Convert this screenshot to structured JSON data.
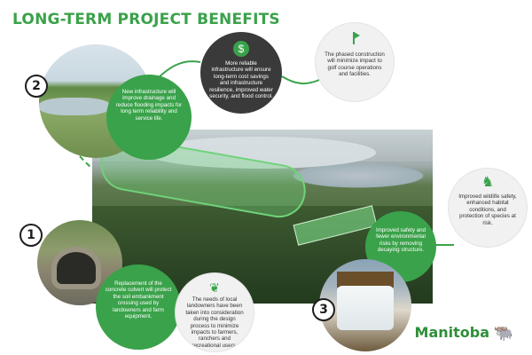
{
  "title": "LONG-TERM PROJECT BENEFITS",
  "steps": [
    {
      "number": "1"
    },
    {
      "number": "2"
    },
    {
      "number": "3"
    }
  ],
  "callouts": {
    "drainage": "New infrastructure will improve drainage and reduce flooding impacts for long term reliability and service life.",
    "infrastructure": "More reliable infrastructure will ensure long-term cost savings and infrastructure resilience, improved water security, and flood control.",
    "golf": "The phased construction will minimize impact to golf course operations and facilities.",
    "culvert": "Replacement of the concrete culvert will protect the soil embankment crossing used by landowners and farm equipment.",
    "landowners": "The needs of local landowners have been taken into consideration during the design process to minimize impacts to farmers, ranchers and recreational users.",
    "safety": "Improved safety and fewer environmental risks by removing decaying structure.",
    "wildlife": "Improved wildlife safety, enhanced habitat conditions, and protection of species at risk."
  },
  "brand": "Manitoba",
  "colors": {
    "accent": "#3aa24a",
    "dark": "#3a3a3a",
    "light": "#f1f1f1"
  },
  "icons": [
    "money-icon",
    "golf-flag-icon",
    "seedling-hand-icon",
    "deer-icon",
    "bison-icon"
  ]
}
